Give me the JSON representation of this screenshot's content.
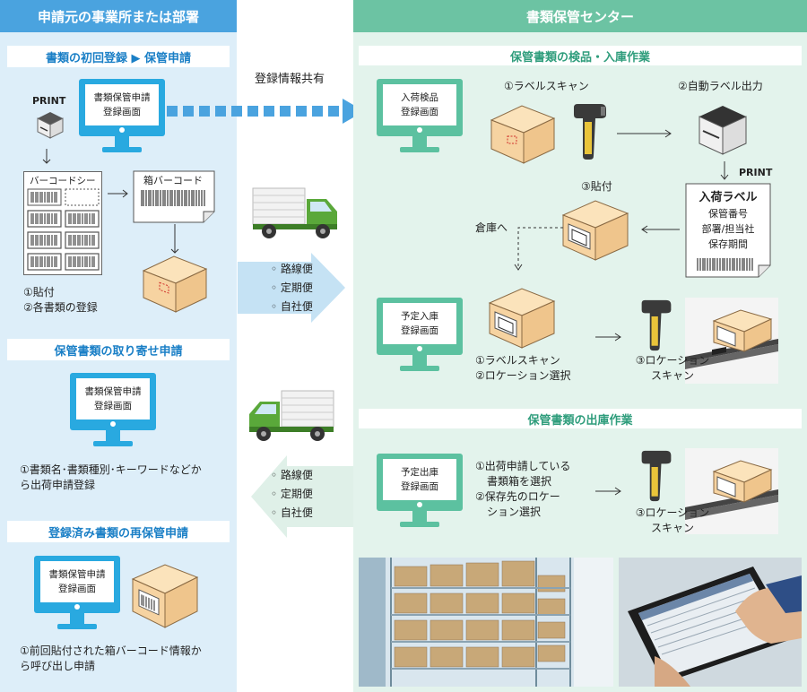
{
  "left": {
    "header": "申請元の事業所または部署",
    "sec1": {
      "title": "書類の初回登録 ▶ 保管申請",
      "print": "PRINT",
      "monitor": [
        "書類保管申請",
        "登録画面"
      ],
      "barcode_sheet": "バーコードシート",
      "box_barcode": "箱バーコード",
      "steps": [
        "①貼付",
        "②各書類の登録"
      ]
    },
    "sec2": {
      "title": "保管書類の取り寄せ申請",
      "monitor": [
        "書類保管申請",
        "登録画面"
      ],
      "note": [
        "①書類名･書類種別･キーワードなどか",
        "ら出荷申請登録"
      ]
    },
    "sec3": {
      "title": "登録済み書類の再保管申請",
      "monitor": [
        "書類保管申請",
        "登録画面"
      ],
      "note": [
        "①前回貼付された箱バーコード情報か",
        "ら呼び出し申請"
      ]
    }
  },
  "middle": {
    "share": "登録情報共有",
    "route_in": [
      "◦ 路線便",
      "◦ 定期便",
      "◦ 自社便"
    ],
    "route_out": [
      "◦ 路線便",
      "◦ 定期便",
      "◦ 自社便"
    ]
  },
  "right": {
    "header": "書類保管センター",
    "sec1": {
      "title": "保管書類の検品・入庫作業",
      "monitor1": [
        "入荷検品",
        "登録画面"
      ],
      "label_scan": "①ラベルスキャン",
      "auto_print": "②自動ラベル出力",
      "print": "PRINT",
      "attach": "③貼付",
      "to_warehouse": "倉庫へ",
      "arrival_label": {
        "title": "入荷ラベル",
        "lines": [
          "保管番号",
          "部署/担当社",
          "保存期間"
        ]
      },
      "monitor2": [
        "予定入庫",
        "登録画面"
      ],
      "steps2": [
        "①ラベルスキャン",
        "②ロケーション選択"
      ],
      "loc_scan": [
        "③ロケーション",
        "スキャン"
      ]
    },
    "sec2": {
      "title": "保管書類の出庫作業",
      "monitor": [
        "予定出庫",
        "登録画面"
      ],
      "steps": [
        "①出荷申請している",
        "書類箱を選択",
        "②保存先のロケー",
        "ション選択"
      ],
      "loc_scan": [
        "③ロケーション",
        "スキャン"
      ]
    }
  },
  "colors": {
    "blue_header": "#4aa3df",
    "blue_bg": "#ddeef9",
    "green_header": "#6cc3a3",
    "green_bg": "#e3f3ec",
    "monitor_blue": "#29a9e0",
    "monitor_green": "#5cc1a0"
  }
}
